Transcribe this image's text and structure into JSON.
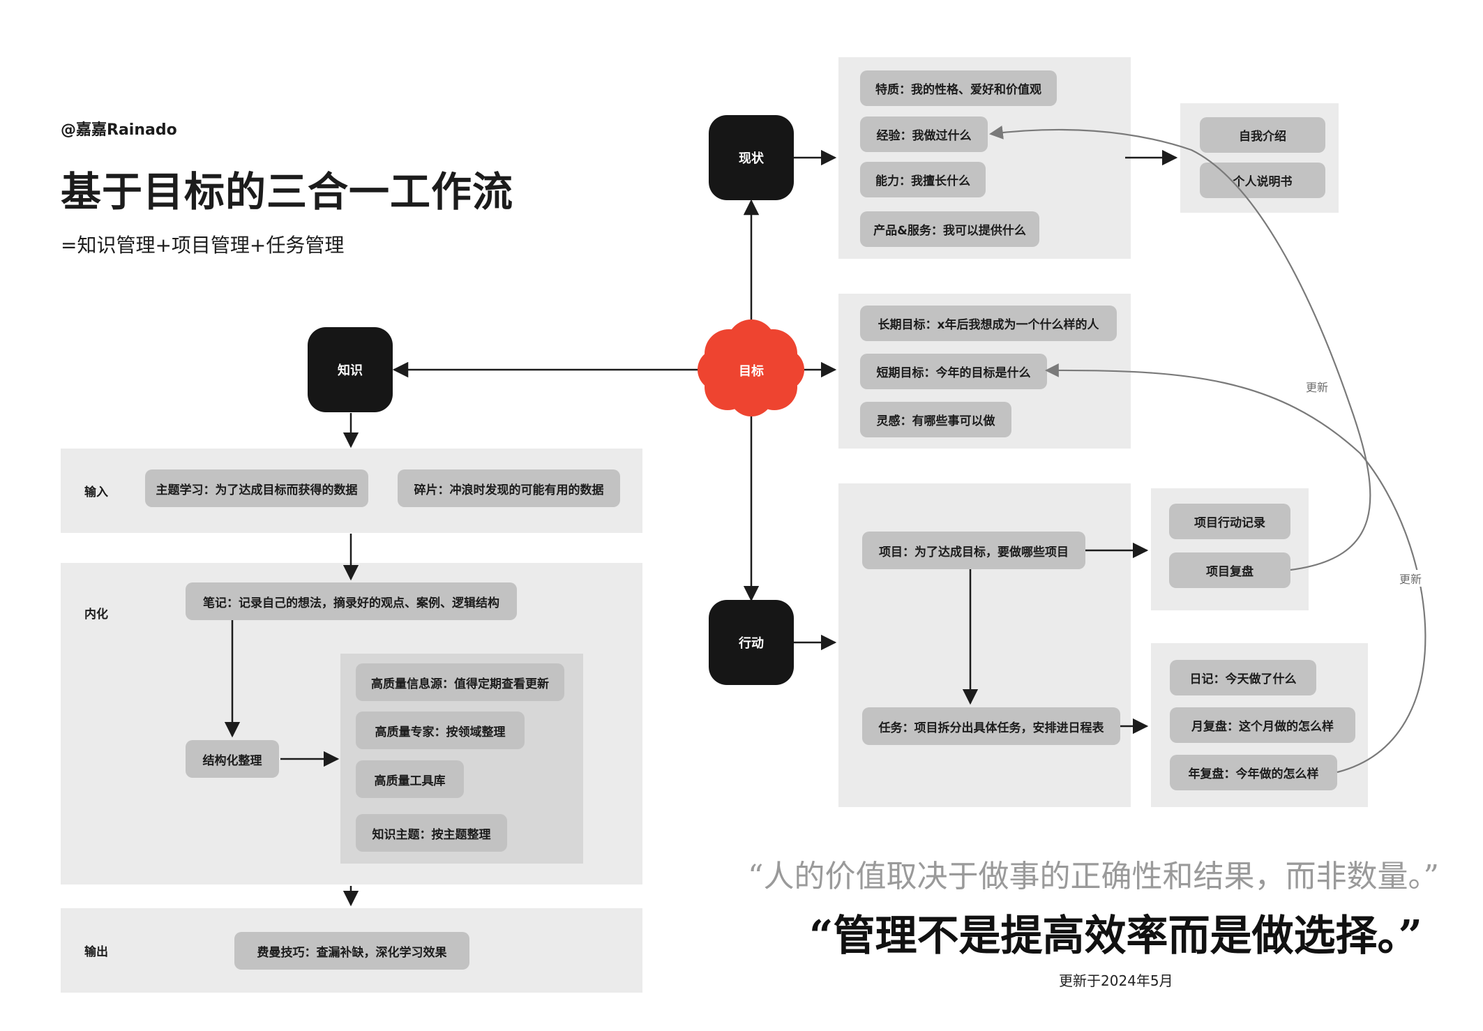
{
  "header": {
    "author": "@嘉嘉Rainado",
    "title": "基于目标的三合一工作流",
    "subtitle": "=知识管理+项目管理+任务管理"
  },
  "nodes": {
    "goal": "目标",
    "knowledge": "知识",
    "status": "现状",
    "action": "行动"
  },
  "knowledge_section": {
    "input": {
      "label": "输入",
      "items": [
        "主题学习：为了达成目标而获得的数据",
        "碎片：冲浪时发现的可能有用的数据"
      ]
    },
    "internalize": {
      "label": "内化",
      "note": "笔记：记录自己的想法，摘录好的观点、案例、逻辑结构",
      "structure": "结构化整理",
      "sources": [
        "高质量信息源：值得定期查看更新",
        "高质量专家：按领域整理",
        "高质量工具库",
        "知识主题：按主题整理"
      ]
    },
    "output": {
      "label": "输出",
      "items": [
        "费曼技巧：查漏补缺，深化学习效果"
      ]
    }
  },
  "status_section": {
    "items": [
      "特质：我的性格、爱好和价值观",
      "经验：我做过什么",
      "能力：我擅长什么",
      "产品&服务：我可以提供什么"
    ],
    "outputs": [
      "自我介绍",
      "个人说明书"
    ]
  },
  "goal_section": {
    "items": [
      "长期目标：x年后我想成为一个什么样的人",
      "短期目标：今年的目标是什么",
      "灵感：有哪些事可以做"
    ]
  },
  "action_section": {
    "project": "项目：为了达成目标，要做哪些项目",
    "task": "任务：项目拆分出具体任务，安排进日程表",
    "project_outputs": [
      "项目行动记录",
      "项目复盘"
    ],
    "task_outputs": [
      "日记：今天做了什么",
      "月复盘：这个月做的怎么样",
      "年复盘：今年做的怎么样"
    ]
  },
  "edge_labels": {
    "update_1": "更新",
    "update_2": "更新"
  },
  "quotes": {
    "quote_1": "“人的价值取决于做事的正确性和结果，而非数量。”",
    "quote_2": "“管理不是提高效率而是做选择。”",
    "updated": "更新于2024年5月"
  },
  "colors": {
    "goal_cloud": "#ee4430",
    "node": "#161616",
    "panel": "#ebebeb",
    "panel_dark": "#d7d7d7",
    "pill": "#c2c2c2",
    "update_line": "#7a7a7a"
  }
}
